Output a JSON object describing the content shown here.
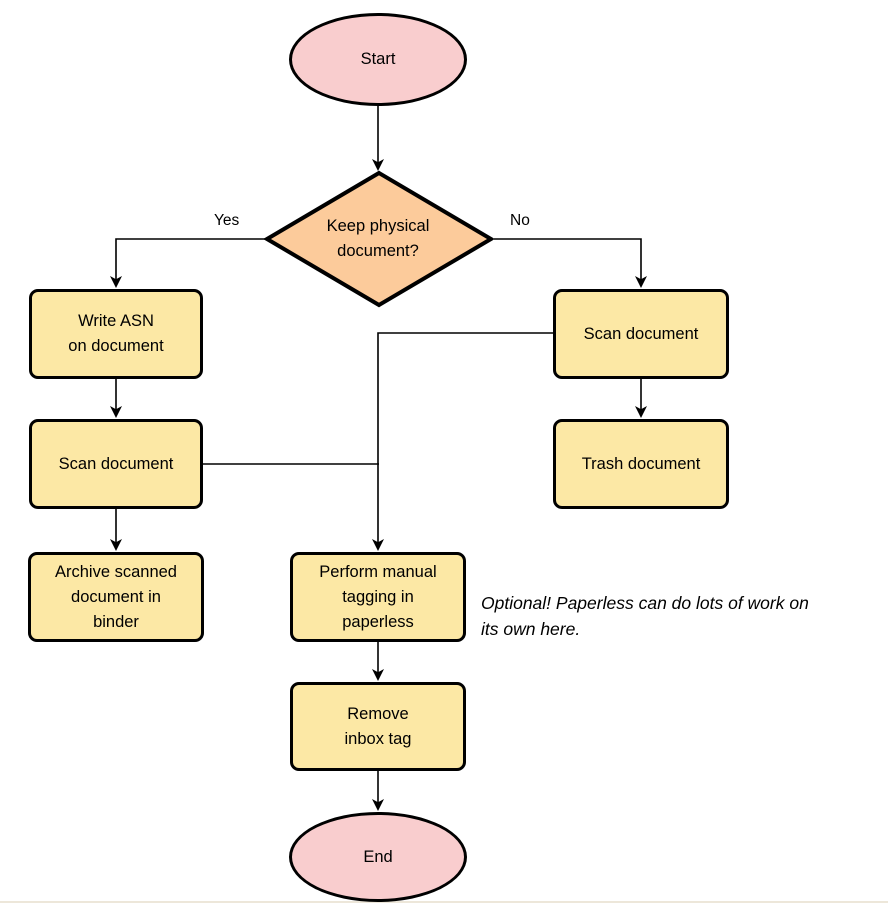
{
  "diagram": {
    "type": "flowchart",
    "nodes": [
      {
        "id": "start",
        "shape": "terminator",
        "label": "Start"
      },
      {
        "id": "keep-physical",
        "shape": "decision",
        "label": "Keep physical\ndocument?"
      },
      {
        "id": "write-asn",
        "shape": "process",
        "label": "Write ASN\non document"
      },
      {
        "id": "scan-left",
        "shape": "process",
        "label": "Scan document"
      },
      {
        "id": "archive-binder",
        "shape": "process",
        "label": "Archive scanned\ndocument in\nbinder"
      },
      {
        "id": "scan-right",
        "shape": "process",
        "label": "Scan document"
      },
      {
        "id": "trash-document",
        "shape": "process",
        "label": "Trash document"
      },
      {
        "id": "perform-tagging",
        "shape": "process",
        "label": "Perform manual\ntagging in\npaperless"
      },
      {
        "id": "remove-inbox-tag",
        "shape": "process",
        "label": "Remove\ninbox tag"
      },
      {
        "id": "end",
        "shape": "terminator",
        "label": "End"
      }
    ],
    "edges": [
      {
        "from": "start",
        "to": "keep-physical",
        "label": ""
      },
      {
        "from": "keep-physical",
        "to": "write-asn",
        "label": "Yes"
      },
      {
        "from": "keep-physical",
        "to": "scan-right",
        "label": "No"
      },
      {
        "from": "write-asn",
        "to": "scan-left",
        "label": ""
      },
      {
        "from": "scan-left",
        "to": "archive-binder",
        "label": ""
      },
      {
        "from": "scan-left",
        "to": "perform-tagging",
        "label": ""
      },
      {
        "from": "scan-right",
        "to": "trash-document",
        "label": ""
      },
      {
        "from": "scan-right",
        "to": "perform-tagging",
        "label": ""
      },
      {
        "from": "perform-tagging",
        "to": "remove-inbox-tag",
        "label": ""
      },
      {
        "from": "remove-inbox-tag",
        "to": "end",
        "label": ""
      }
    ],
    "note": "Optional! Paperless can do lots of work on\nits own here.",
    "colors": {
      "terminator_fill": "#F9CDCE",
      "decision_fill": "#FCCB9B",
      "process_fill": "#FCE8A5",
      "stroke": "#000000"
    }
  }
}
